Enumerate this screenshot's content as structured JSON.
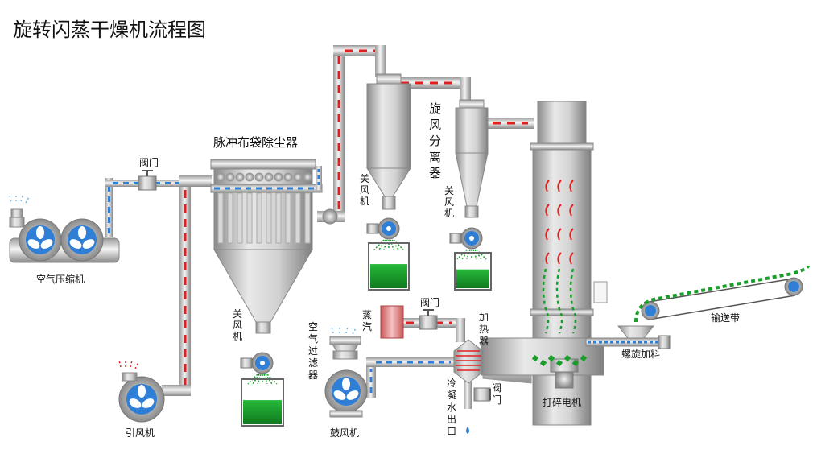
{
  "title": "旋转闪蒸干燥机流程图",
  "labels": {
    "dust_collector": "脉冲布袋除尘器",
    "valve_top": "阀门",
    "air_compressor": "空气压缩机",
    "rotary_valve_1": [
      "关",
      "风",
      "机"
    ],
    "rotary_valve_2": [
      "关",
      "风",
      "机"
    ],
    "rotary_valve_3": [
      "关",
      "风",
      "机"
    ],
    "cyclone": [
      "旋",
      "风",
      "分",
      "离",
      "器"
    ],
    "induced_fan": "引风机",
    "air_filter": [
      "空",
      "气",
      "过",
      "滤",
      "器"
    ],
    "blower": "鼓风机",
    "steam": [
      "蒸",
      "汽"
    ],
    "valve_mid": "阀门",
    "heater": [
      "加",
      "热",
      "器"
    ],
    "condensate": [
      "冷",
      "凝",
      "水",
      "出",
      "口"
    ],
    "valve_bottom": [
      "阀",
      "门"
    ],
    "crusher_motor": "打碎电机",
    "screw_feeder": "螺旋加料",
    "conveyor": "输送带"
  },
  "colors": {
    "hot_flow": "#e02020",
    "cold_flow": "#2f7fd6",
    "product": "#1a9e2a",
    "steam_tank": "#e89a9a",
    "metal": "#c9c9c9"
  }
}
